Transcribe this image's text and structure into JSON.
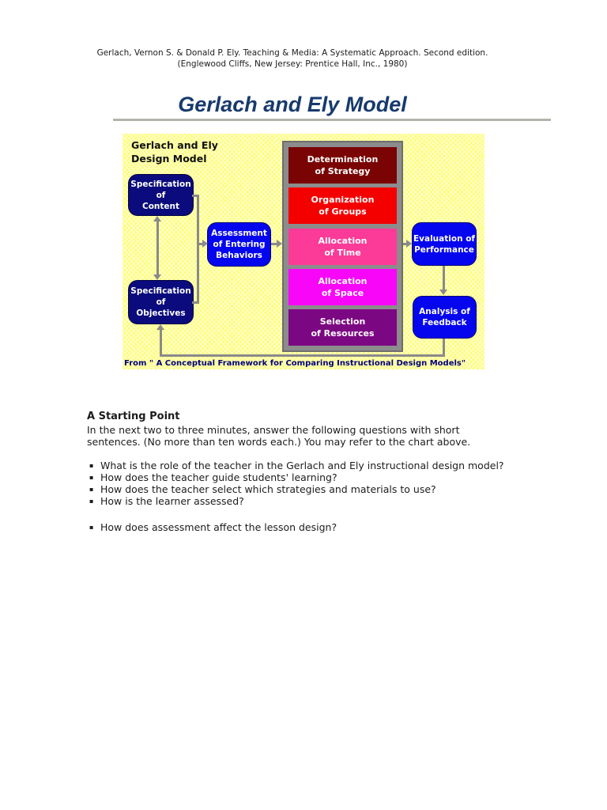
{
  "citation": {
    "line1": "Gerlach, Vernon S. & Donald P. Ely. Teaching & Media: A Systematic Approach. Second edition.",
    "line2": "(Englewood Cliffs, New Jersey: Prentice Hall, Inc., 1980)"
  },
  "title": "Gerlach and Ely Model",
  "diagram": {
    "heading": {
      "line1": "Gerlach and Ely",
      "line2": "Design Model"
    },
    "nodes": {
      "content": {
        "lines": [
          "Specification",
          "of",
          "Content"
        ],
        "color": "#0b0b7d"
      },
      "objectives": {
        "lines": [
          "Specification",
          "of",
          "Objectives"
        ],
        "color": "#0b0b7d"
      },
      "assessment": {
        "lines": [
          "Assessment",
          "of Entering",
          "Behaviors"
        ],
        "color": "#0505ee"
      },
      "evaluation": {
        "lines": [
          "Evaluation of",
          "Performance"
        ],
        "color": "#0505ee"
      },
      "feedback": {
        "lines": [
          "Analysis of",
          "Feedback"
        ],
        "color": "#0505ee"
      }
    },
    "stages": [
      {
        "lines": [
          "Determination",
          "of Strategy"
        ],
        "color": "#7a0404"
      },
      {
        "lines": [
          "Organization",
          "of Groups"
        ],
        "color": "#f40000"
      },
      {
        "lines": [
          "Allocation",
          "of Time"
        ],
        "color": "#fb3b97"
      },
      {
        "lines": [
          "Allocation",
          "of Space"
        ],
        "color": "#f806f8"
      },
      {
        "lines": [
          "Selection",
          "of Resources"
        ],
        "color": "#7c0782"
      }
    ],
    "caption": "From \" A Conceptual Framework for Comparing Instructional Design Models\"",
    "palette": {
      "background": "#fdfd7e",
      "connector_gray": "#8a8a8a",
      "title_blue": "#173a6d",
      "caption_navy": "#00007b"
    }
  },
  "starting_point": {
    "heading": "A Starting Point",
    "intro_line1": "In the next two to three minutes, answer the following questions with short",
    "intro_line2": "sentences. (No more than ten words each.) You may refer to the chart above.",
    "bullet_glyph": "▪",
    "questions": [
      "What is the role of the teacher in the Gerlach and Ely instructional design model?",
      "How does the teacher guide students' learning?",
      "How does the teacher select which strategies and materials to use?",
      "How is the learner assessed?",
      "How does assessment affect the lesson design?"
    ]
  }
}
